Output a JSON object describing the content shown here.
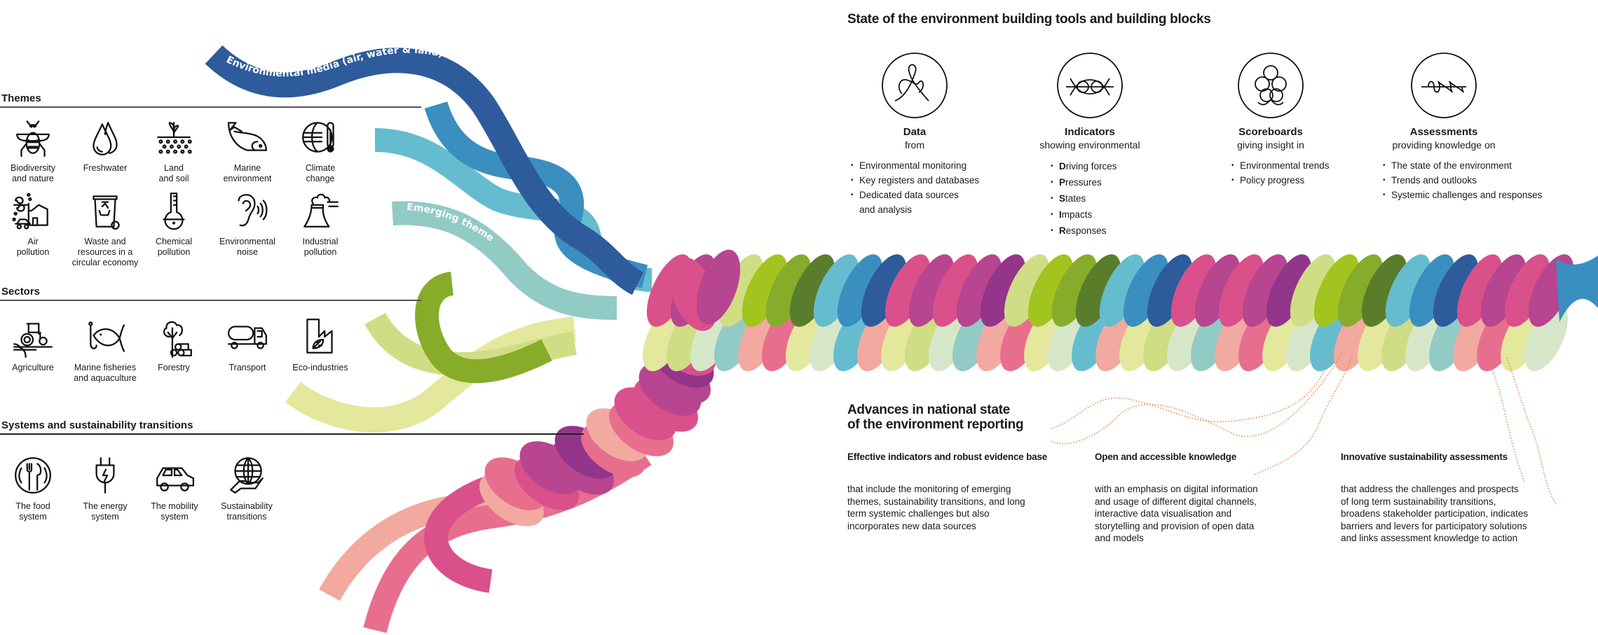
{
  "ribbons": {
    "environmental_media": "Environmental media (air, water & land)",
    "emerging_themes": "Emerging themes"
  },
  "colors": {
    "dark_blue": "#2d5b9c",
    "blue": "#3a8fc0",
    "cyan": "#65bccf",
    "teal_light": "#92cac5",
    "green": "#86ac2a",
    "lime": "#a3c41e",
    "dark_green": "#5a7d2c",
    "light_green": "#cfdd84",
    "pale_green": "#e3e89c",
    "pink": "#d9508a",
    "magenta": "#b7458f",
    "purple": "#93358b",
    "rose": "#e86e8e",
    "salmon": "#f2a9a0",
    "orange_dots": "#e8884a"
  },
  "left": {
    "themes": {
      "title": "Themes",
      "items": [
        {
          "icon": "bee-icon",
          "label": "Biodiversity\nand nature"
        },
        {
          "icon": "water-drops-icon",
          "label": "Freshwater"
        },
        {
          "icon": "sprout-soil-icon",
          "label": "Land\nand soil"
        },
        {
          "icon": "fish-icon",
          "label": "Marine\nenvironment"
        },
        {
          "icon": "globe-thermometer-icon",
          "label": "Climate\nchange"
        },
        {
          "icon": "air-pollution-icon",
          "label": "Air\npollution"
        },
        {
          "icon": "recycling-bin-icon",
          "label": "Waste and\nresources in a\ncircular economy"
        },
        {
          "icon": "flask-icon",
          "label": "Chemical\npollution"
        },
        {
          "icon": "ear-sound-icon",
          "label": "Environmental\nnoise"
        },
        {
          "icon": "cooling-tower-icon",
          "label": "Industrial\npollution"
        }
      ]
    },
    "sectors": {
      "title": "Sectors",
      "items": [
        {
          "icon": "tractor-icon",
          "label": "Agriculture"
        },
        {
          "icon": "fish-hook-icon",
          "label": "Marine fisheries\nand aquaculture"
        },
        {
          "icon": "tree-logs-icon",
          "label": "Forestry"
        },
        {
          "icon": "tanker-truck-icon",
          "label": "Transport"
        },
        {
          "icon": "factory-leaf-icon",
          "label": "Eco-industries"
        }
      ]
    },
    "systems": {
      "title": "Systems and sustainability transitions",
      "items": [
        {
          "icon": "plate-cutlery-icon",
          "label": "The food\nsystem"
        },
        {
          "icon": "plug-icon",
          "label": "The energy\nsystem"
        },
        {
          "icon": "car-icon",
          "label": "The mobility\nsystem"
        },
        {
          "icon": "globe-hand-icon",
          "label": "Sustainability\ntransitions"
        }
      ]
    }
  },
  "tools": {
    "title": "State of the environment building tools and building blocks",
    "columns": [
      {
        "heading": "Data",
        "sub": "from",
        "bullets": [
          "Environmental monitoring",
          "Key registers and databases",
          "Dedicated data sources\nand analysis"
        ]
      },
      {
        "heading": "Indicators",
        "sub": "showing environmental",
        "bullets": [
          {
            "initial": "D",
            "rest": "riving forces"
          },
          {
            "initial": "P",
            "rest": "ressures"
          },
          {
            "initial": "S",
            "rest": "tates"
          },
          {
            "initial": "I",
            "rest": "mpacts"
          },
          {
            "initial": "R",
            "rest": "esponses"
          }
        ]
      },
      {
        "heading": "Scoreboards",
        "sub": "giving insight in",
        "bullets": [
          "Environmental trends",
          "Policy progress"
        ]
      },
      {
        "heading": "Assessments",
        "sub": "providing knowledge on",
        "bullets": [
          "The state of the environment",
          "Trends and outlooks",
          "Systemic challenges and responses"
        ]
      }
    ]
  },
  "advances": {
    "title": "Advances in national state\nof the environment reporting",
    "items": [
      {
        "heading": "Effective indicators and robust evidence base",
        "body": "that include the monitoring of emerging\nthemes, sustainability transitions, and long\nterm systemic challenges but also\nincorporates new data sources"
      },
      {
        "heading": "Open and accessible knowledge",
        "body": "with an emphasis on digital information\nand usage of different digital channels,\ninteractive data visualisation and\nstorytelling and provision of open data\nand models"
      },
      {
        "heading": "Innovative sustainability assessments",
        "body": "that address the challenges and prospects\nof long term sustainability transitions,\nbroadens stakeholder participation, indicates\nbarriers and levers for participatory solutions\nand links assessment knowledge to action"
      }
    ]
  }
}
